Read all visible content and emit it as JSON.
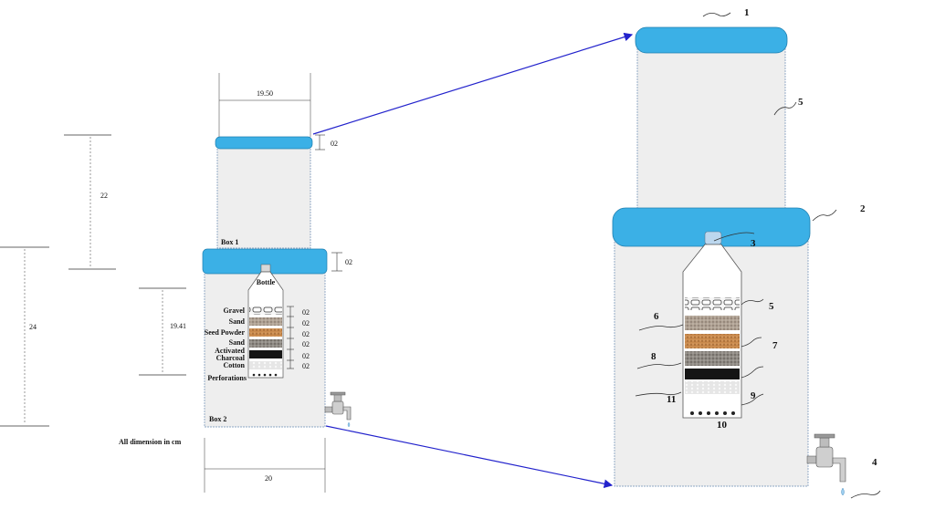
{
  "left_diagram": {
    "top_width": "19.50",
    "lid_thickness_top": "02",
    "box1_height": "22",
    "box1_label": "Box 1",
    "lid_thickness_bottom": "02",
    "total_height": "24",
    "filter_height": "19.41",
    "bottle_label": "Bottle",
    "layers": [
      {
        "name": "Gravel",
        "thickness": "02"
      },
      {
        "name": "Sand",
        "thickness": "02"
      },
      {
        "name": "Seed Powder",
        "thickness": "02"
      },
      {
        "name": "Sand",
        "thickness": "02"
      },
      {
        "name": "Activated",
        "thickness": "02"
      },
      {
        "name": "Charcoal",
        "thickness": ""
      },
      {
        "name": "Cotton",
        "thickness": "02"
      }
    ],
    "perforations_label": "Perforations",
    "box2_label": "Box 2",
    "bottom_width": "20",
    "units_note": "All dimension in cm"
  },
  "right_diagram": {
    "callouts": [
      "1",
      "2",
      "3",
      "4",
      "5",
      "5",
      "6",
      "7",
      "8",
      "9",
      "10",
      "11"
    ]
  },
  "colors": {
    "lid": "#3bb0e6",
    "lid_edge": "#1f7fb0",
    "tank": "#eeeeee",
    "arrow": "#2222cc",
    "gravel": "#f4f4f4",
    "sand": "#a99a8c",
    "seed_powder": "#c98a4d",
    "charcoal": "#151515",
    "cotton": "#dcdcdc"
  }
}
